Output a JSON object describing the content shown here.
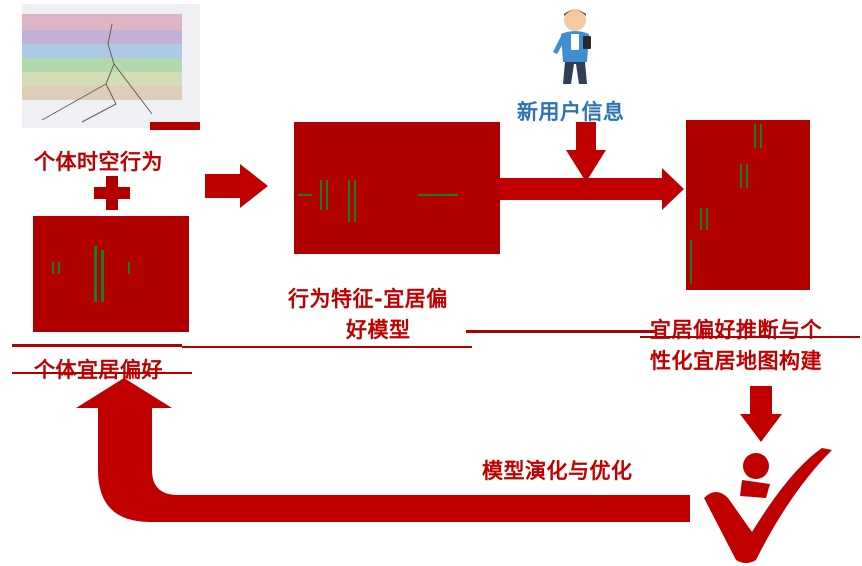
{
  "colors": {
    "accent_red": "#c00000",
    "panel_red": "#b00000",
    "blue_text": "#2e74b5"
  },
  "nodes": {
    "individual_behavior": "个体时空行为",
    "individual_preference": "个体宜居偏好",
    "feature_model_line1": "行为特征-宜居偏",
    "feature_model_line2": "好模型",
    "new_user_info": "新用户信息",
    "inference_line1": "宜居偏好推断与个",
    "inference_line2": "性化宜居地图构建",
    "model_evolution": "模型演化与优化"
  },
  "icons": {
    "top_left_image": "trajectory-map-image",
    "person": "person-with-phone-icon",
    "check": "person-checkmark-icon"
  }
}
